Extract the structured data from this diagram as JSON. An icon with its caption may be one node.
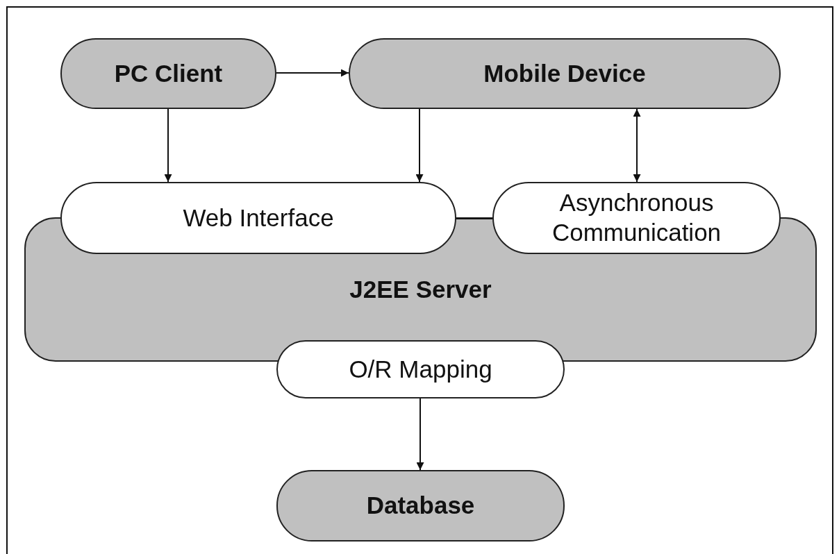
{
  "diagram": {
    "nodes": [
      {
        "text": [
          "PC Client"
        ]
      },
      {
        "text": [
          "Mobile Device"
        ]
      },
      {
        "text": [
          "J2EE Server"
        ]
      },
      {
        "text": [
          "Web Interface"
        ]
      },
      {
        "text": [
          "Asynchronous Communication"
        ]
      },
      {
        "text": [
          "O/R Mapping"
        ]
      },
      {
        "text": [
          "Database"
        ]
      }
    ],
    "edges": [
      {
        "from": 0,
        "to": 1,
        "arrow": "to"
      },
      {
        "from": 0,
        "to": 3,
        "arrow": "to"
      },
      {
        "from": 1,
        "to": 3,
        "arrow": "to"
      },
      {
        "from": 1,
        "to": 4,
        "arrow": "both"
      },
      {
        "from": 3,
        "to": 4,
        "arrow": "none"
      },
      {
        "from": 5,
        "to": 6,
        "arrow": "to"
      }
    ]
  }
}
